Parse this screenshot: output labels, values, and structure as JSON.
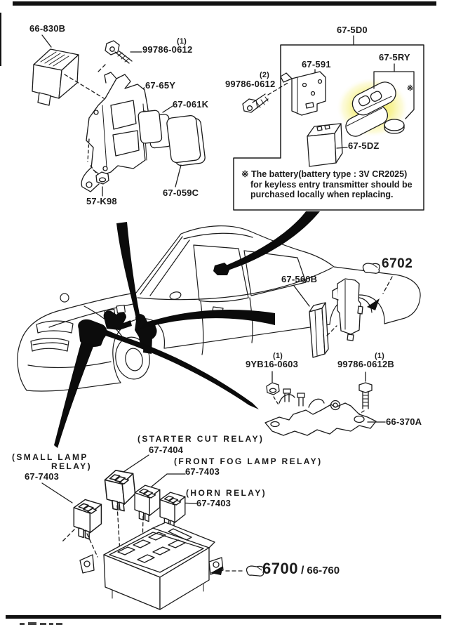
{
  "colors": {
    "ink": "#1b1b1b",
    "highlight": "#f2e94a"
  },
  "groups": {
    "relay_unit": {
      "part": "66-830B"
    },
    "bolt_a": {
      "qty": "(1)",
      "part": "99786-0612"
    },
    "bracket_a": {
      "part": "67-65Y"
    },
    "pad_small": {
      "part": "67-061K"
    },
    "pad_large": {
      "part": "67-059C"
    },
    "nut_a": {
      "part": "57-K98"
    },
    "keyless": {
      "assembly": "67-5D0",
      "bracket": "67-591",
      "transmitter": "67-5RY",
      "bolt_qty": "(2)",
      "bolt": "99786-0612",
      "receiver": "67-5DZ",
      "ref_mark": "※",
      "note": [
        "※ The battery(battery type : 3V CR2025)",
        "for keyless entry transmitter should be",
        "purchased locally when replacing."
      ]
    },
    "ref_6702": {
      "code": "6702"
    },
    "unit_560": {
      "part": "67-560B"
    },
    "nut_b": {
      "qty": "(1)",
      "part": "9YB16-0603"
    },
    "bolt_b": {
      "qty": "(1)",
      "part": "99786-0612B"
    },
    "bracket_b": {
      "part": "66-370A"
    },
    "relays": {
      "small_lamp": {
        "name1": "(SMALL LAMP",
        "name2": "RELAY)",
        "part": "67-7403"
      },
      "starter_cut": {
        "name": "(STARTER CUT RELAY)",
        "part": "67-7404"
      },
      "front_fog": {
        "name": "(FRONT FOG LAMP RELAY)",
        "part": "67-7403"
      },
      "horn": {
        "name": "(HORN RELAY)",
        "part": "67-7403"
      }
    },
    "relay_box_ref": {
      "primary": "6700",
      "separator": "/",
      "secondary": "66-760"
    }
  }
}
